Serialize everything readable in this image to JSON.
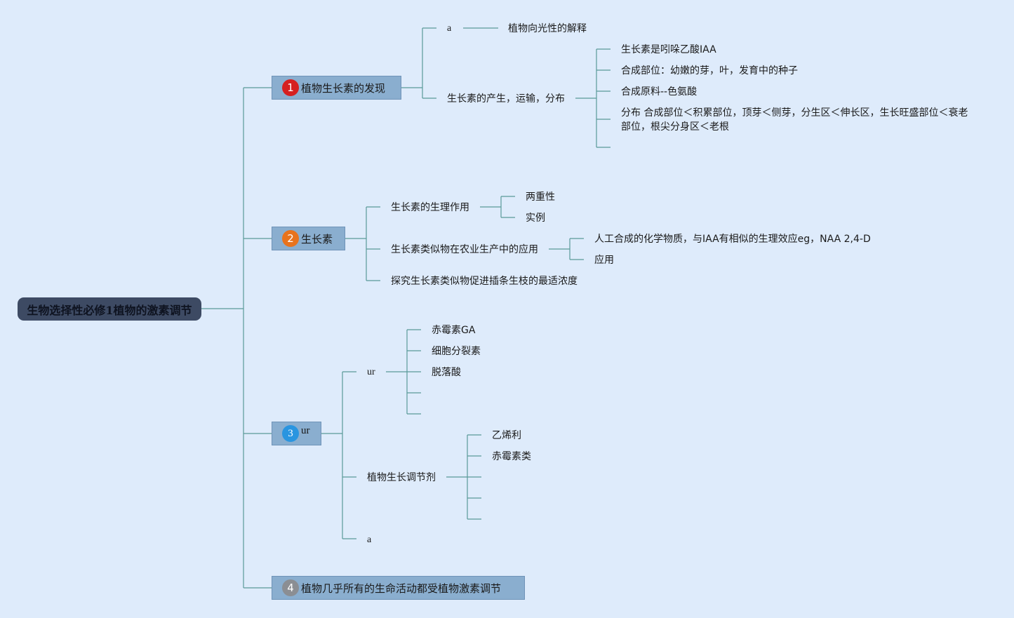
{
  "root": {
    "label": "生物选择性必修1植物的激素调节"
  },
  "branches": [
    {
      "num": "1",
      "label": "植物生长素的发现",
      "color": "#d62020",
      "children": [
        {
          "label": "a",
          "children": [
            {
              "label": "植物向光性的解释"
            }
          ]
        },
        {
          "label": "生长素的产生，运输，分布",
          "children": [
            {
              "label": "生长素是吲哚乙酸IAA"
            },
            {
              "label": "合成部位：幼嫩的芽，叶，发育中的种子"
            },
            {
              "label": "合成原料--色氨酸"
            },
            {
              "label": "分布 合成部位＜积累部位，顶芽＜侧芽，分生区＜伸长区，生长旺盛部位＜衰老部位，根尖分身区＜老根"
            },
            {
              "label": ""
            }
          ]
        }
      ]
    },
    {
      "num": "2",
      "label": "生长素",
      "color": "#e8731d",
      "children": [
        {
          "label": "生长素的生理作用",
          "children": [
            {
              "label": "两重性"
            },
            {
              "label": "实例"
            }
          ]
        },
        {
          "label": "生长素类似物在农业生产中的应用",
          "children": [
            {
              "label": "人工合成的化学物质，与IAA有相似的生理效应eg，NAA 2,4-D"
            },
            {
              "label": "应用"
            }
          ]
        },
        {
          "label": "探究生长素类似物促进插条生枝的最适浓度"
        }
      ]
    },
    {
      "num": "3",
      "label": "ur",
      "color": "#2a95e0",
      "children": [
        {
          "label": "ur",
          "children": [
            {
              "label": "赤霉素GA"
            },
            {
              "label": "细胞分裂素"
            },
            {
              "label": "脱落酸"
            },
            {
              "label": ""
            },
            {
              "label": ""
            }
          ]
        },
        {
          "label": "植物生长调节剂",
          "children": [
            {
              "label": "乙烯利"
            },
            {
              "label": "赤霉素类"
            },
            {
              "label": ""
            },
            {
              "label": ""
            },
            {
              "label": ""
            }
          ]
        },
        {
          "label": "a"
        }
      ]
    },
    {
      "num": "4",
      "label": "植物几乎所有的生命活动都受植物激素调节",
      "color": "#8b8e93",
      "children": []
    }
  ],
  "colors": {
    "line": "#5a9a98",
    "background": "#deebfb"
  }
}
